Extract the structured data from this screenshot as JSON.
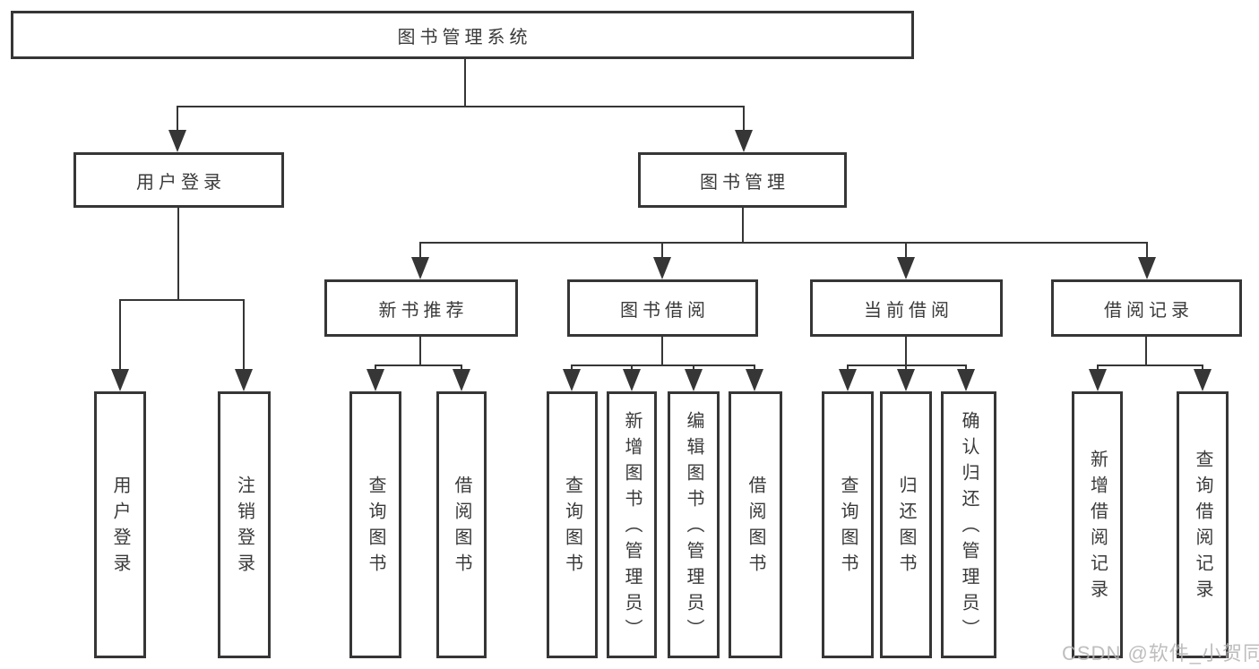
{
  "nodes": {
    "root": "图书管理系统",
    "level2": [
      "用户登录",
      "图书管理"
    ],
    "level3": [
      "新书推荐",
      "图书借阅",
      "当前借阅",
      "借阅记录"
    ]
  },
  "leaves": {
    "user_login": [
      "用户登录",
      "注销登录"
    ],
    "new_book_recommend": [
      "查询图书",
      "借阅图书"
    ],
    "book_borrow": [
      "查询图书",
      "新增图书（管理员）",
      "编辑图书（管理员）",
      "借阅图书"
    ],
    "current_borrow": [
      "查询图书",
      "归还图书",
      "确认归还（管理员）"
    ],
    "borrow_records": [
      "新增借阅记录",
      "查询借阅记录"
    ]
  },
  "watermark": "CSDN @软件_小贺同学",
  "colors": {
    "line": "#363636",
    "text": "#3a3a3a",
    "watermark": "#b3b3b3",
    "background": "#ffffff"
  }
}
